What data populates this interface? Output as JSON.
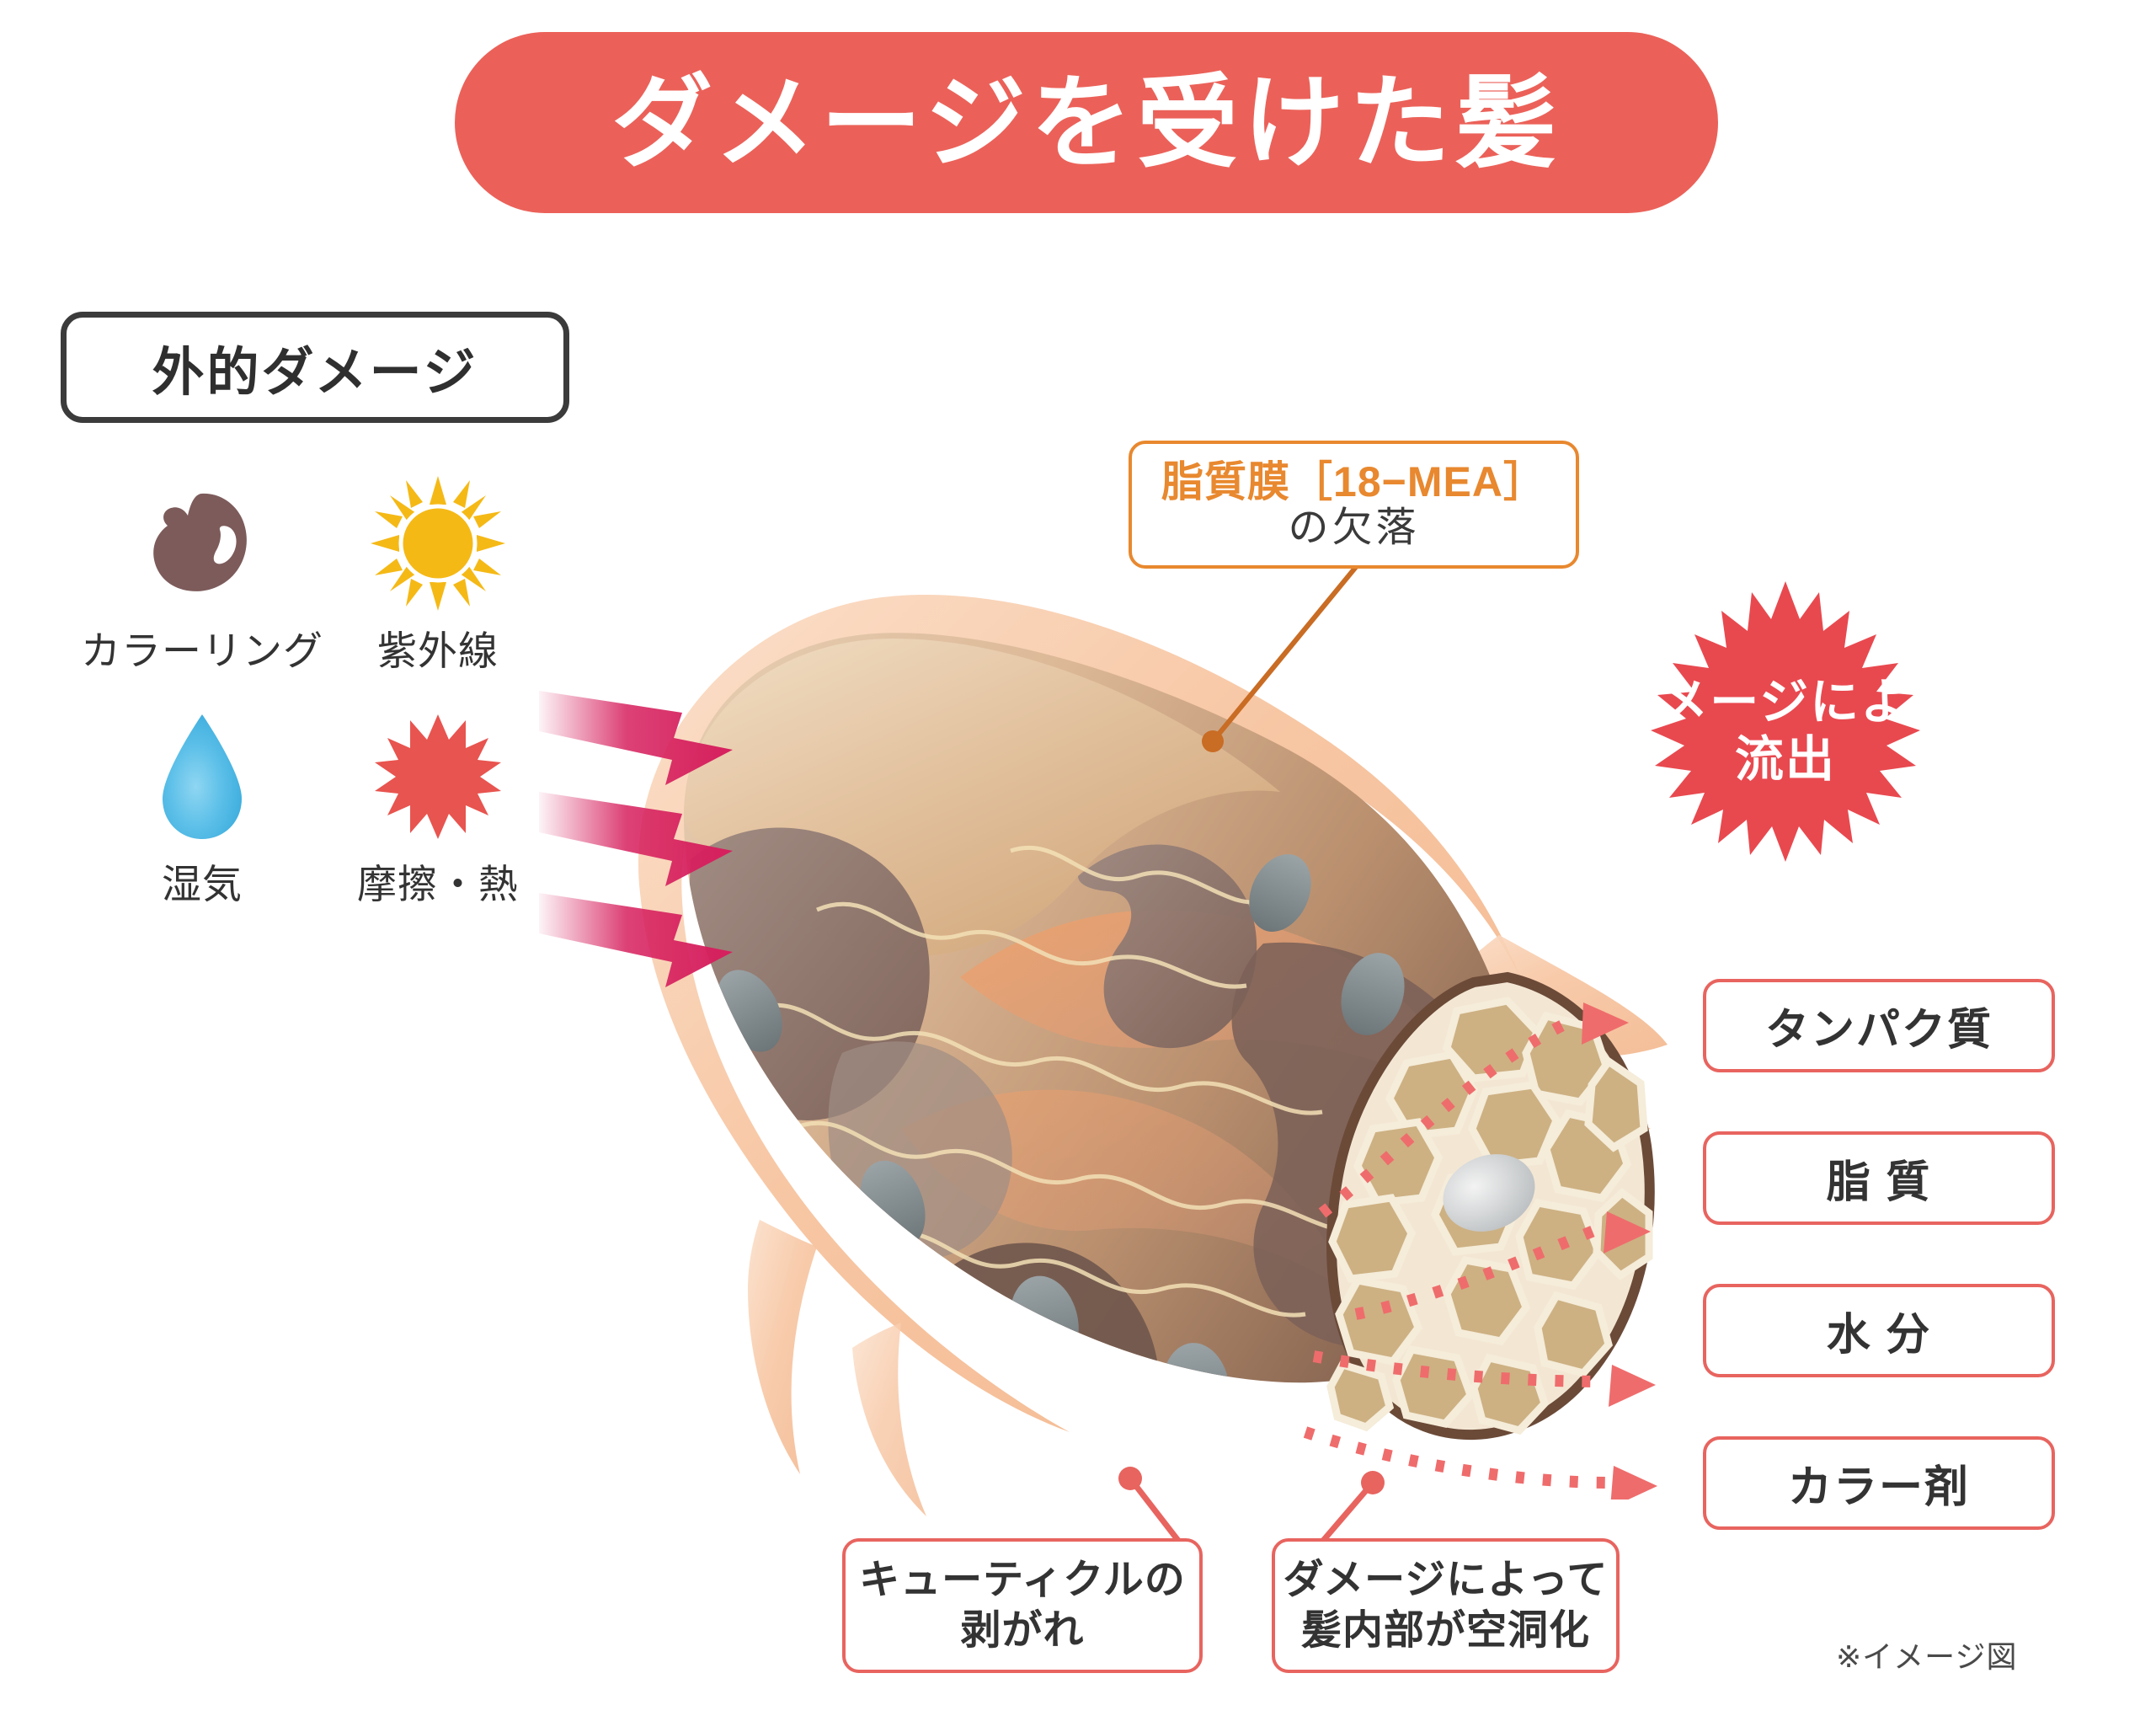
{
  "title": {
    "text": "ダメージを受けた髪",
    "bg_color": "#eb6159",
    "text_color": "#ffffff"
  },
  "external_damage": {
    "heading": "外的ダメージ",
    "items": [
      {
        "label": "カラーリング",
        "icon": "hair-dye-blob-icon",
        "color": "#7d5b5b"
      },
      {
        "label": "紫外線",
        "icon": "sun-icon",
        "color": "#f5b916"
      },
      {
        "label": "湿気",
        "icon": "water-droplet-icon",
        "color": "#5bbfe8"
      },
      {
        "label": "摩擦・熱",
        "icon": "heat-starburst-icon",
        "color": "#e8544f"
      }
    ]
  },
  "mea_callout": {
    "line1": "脂質膜［18−MEA］",
    "line2": "の欠落",
    "accent_color": "#e8882f"
  },
  "damage_burst": {
    "line1": "ダメージにより",
    "line2": "流出",
    "color": "#e8494f",
    "text_color": "#ffffff"
  },
  "nutrients": [
    {
      "label": "タンパク質"
    },
    {
      "label": "脂 質"
    },
    {
      "label": "水 分"
    },
    {
      "label": "カラー剤"
    }
  ],
  "bottom_callouts": [
    {
      "line1": "キューティクルの",
      "line2": "剥がれ"
    },
    {
      "line1": "ダメージによって",
      "line2": "髪内部が空洞化"
    }
  ],
  "footnote": "※イメージ図",
  "colors": {
    "banner_red": "#eb6159",
    "callout_pink": "#e8645f",
    "callout_orange": "#e8882f",
    "arrow_magenta": "#d6205e",
    "cuticle_tan": "#d8b48c",
    "cortex_brown": "#8b7168",
    "cell_khaki": "#cdb183",
    "lipid_peach": "#f6c9a8"
  }
}
